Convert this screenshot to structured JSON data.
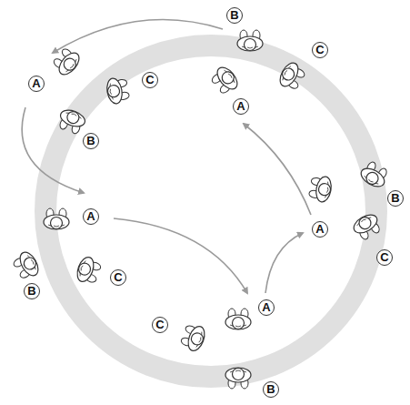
{
  "diagram": {
    "labels": [
      "B",
      "C",
      "A",
      "C",
      "A",
      "B",
      "B",
      "A",
      "A",
      "C",
      "B",
      "C",
      "A",
      "C",
      "B"
    ]
  }
}
